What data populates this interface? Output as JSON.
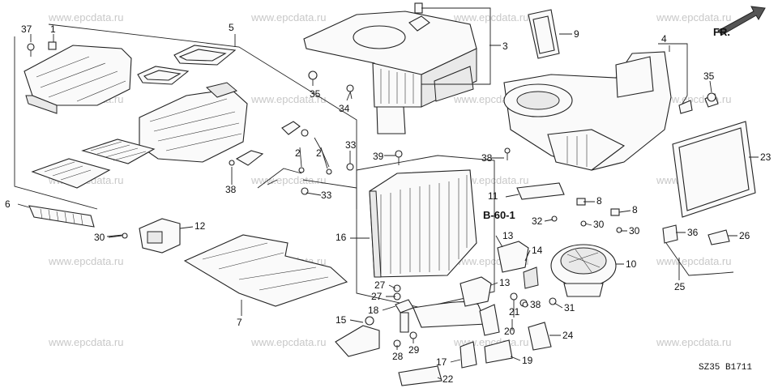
{
  "watermark": "www.epcdata.ru",
  "direction_label": "FR.",
  "reference_label": "B-60-1",
  "diagram_code": "SZ35  B1711",
  "callouts": [
    "37",
    "1",
    "5",
    "3",
    "9",
    "4",
    "35",
    "35",
    "34",
    "6",
    "2",
    "2",
    "33",
    "39",
    "38",
    "38",
    "33",
    "23",
    "11",
    "8",
    "8",
    "32",
    "30",
    "30",
    "36",
    "26",
    "12",
    "30",
    "16",
    "13",
    "14",
    "10",
    "25",
    "27",
    "27",
    "13",
    "38",
    "31",
    "7",
    "18",
    "21",
    "15",
    "20",
    "24",
    "28",
    "29",
    "17",
    "19",
    "22"
  ]
}
